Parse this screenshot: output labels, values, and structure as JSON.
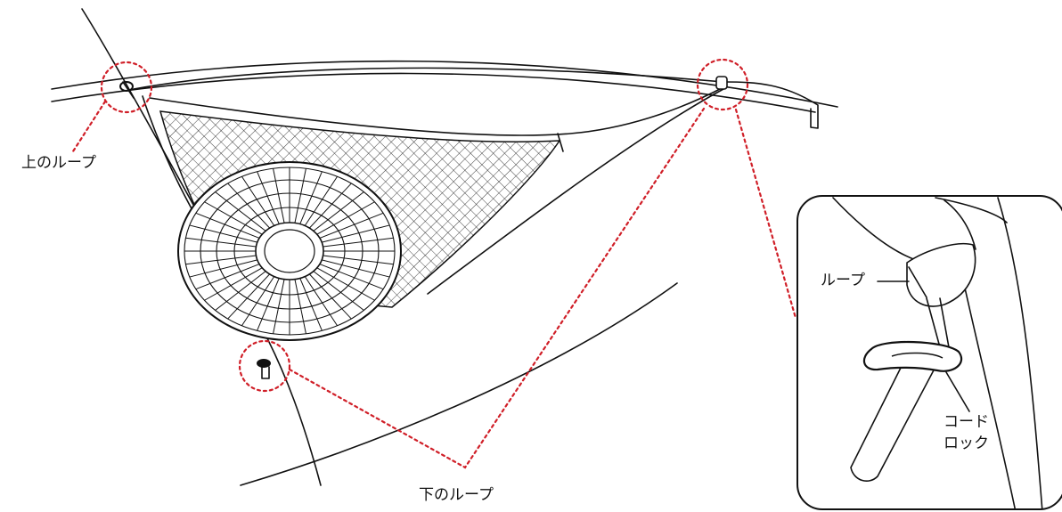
{
  "labels": {
    "upper_loop": "上のループ",
    "lower_loop": "下のループ",
    "inset_loop": "ループ",
    "cord_lock_line1": "コード",
    "cord_lock_line2": "ロック"
  },
  "colors": {
    "line": "#111111",
    "highlight": "#d01f28",
    "background": "#ffffff"
  }
}
